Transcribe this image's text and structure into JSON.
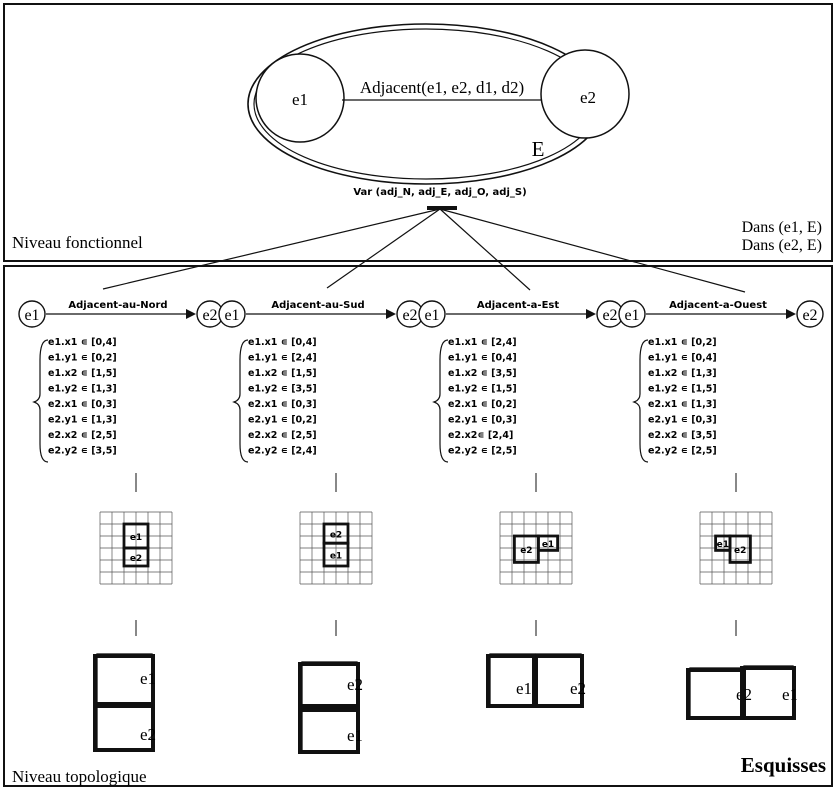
{
  "top": {
    "node_left": "e1",
    "node_right": "e2",
    "relation": "Adjacent(e1, e2, d1, d2)",
    "container": "E",
    "var_label": "Var (adj_N, adj_E, adj_O, adj_S)",
    "level_label": "Niveau fonctionnel",
    "dans": [
      "Dans (e1, E)",
      "Dans (e2, E)"
    ]
  },
  "bottom": {
    "level_label": "Niveau topologique",
    "esquisses_label": "Esquisses"
  },
  "variants": [
    {
      "e1": "e1",
      "e2": "e2",
      "relation": "Adjacent-au-Nord",
      "constraints": [
        "e1.x1 ∊ [0,4]",
        "e1.y1 ∊ [0,2]",
        "e1.x2 ∊ [1,5]",
        "e1.y2 ∊ [1,3]",
        "e2.x1 ∊ [0,3]",
        "e2.y1 ∊ [1,3]",
        "e2.x2 ∊ [2,5]",
        "e2.y2 ∊ [3,5]"
      ],
      "grid_labels": [
        "e1",
        "e2"
      ],
      "sketch_labels": [
        "e1",
        "e2"
      ]
    },
    {
      "e1": "e1",
      "e2": "e2",
      "relation": "Adjacent-au-Sud",
      "constraints": [
        "e1.x1 ∊ [0,4]",
        "e1.y1 ∊ [2,4]",
        "e1.x2 ∊ [1,5]",
        "e1.y2 ∊ [3,5]",
        "e2.x1 ∊ [0,3]",
        "e2.y1 ∊ [0,2]",
        "e2.x2 ∊ [2,5]",
        "e2.y2 ∊ [2,4]"
      ],
      "grid_labels": [
        "e2",
        "e1"
      ],
      "sketch_labels": [
        "e2",
        "e1"
      ]
    },
    {
      "e1": "e1",
      "e2": "e2",
      "relation": "Adjacent-a-Est",
      "constraints": [
        "e1.x1 ∊ [2,4]",
        "e1.y1 ∊ [0,4]",
        "e1.x2 ∊ [3,5]",
        "e1.y2 ∊ [1,5]",
        "e2.x1 ∊ [0,2]",
        "e2.y1 ∊ [0,3]",
        "e2.x2∊ [2,4]",
        "e2.y2 ∊ [2,5]"
      ],
      "grid_labels": [
        "e2",
        "e1"
      ],
      "sketch_labels": [
        "e1",
        "e2"
      ]
    },
    {
      "e1": "e1",
      "e2": "e2",
      "relation": "Adjacent-a-Ouest",
      "constraints": [
        "e1.x1 ∊ [0,2]",
        "e1.y1 ∊ [0,4]",
        "e1.x2 ∊ [1,3]",
        "e1.y2 ∊ [1,5]",
        "e2.x1 ∊ [1,3]",
        "e2.y1 ∊ [0,3]",
        "e2.x2 ∊ [3,5]",
        "e2.y2 ∊ [2,5]"
      ],
      "grid_labels": [
        "e1",
        "e2"
      ],
      "sketch_labels": [
        "e2",
        "e1"
      ]
    }
  ]
}
